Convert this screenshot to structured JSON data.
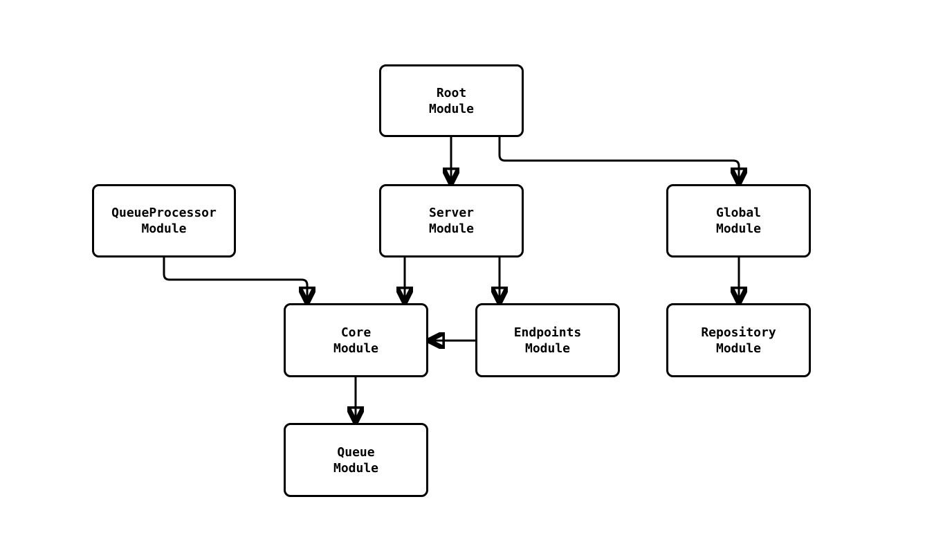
{
  "diagram": {
    "type": "flowchart",
    "direction": "top-down",
    "colors": {
      "background": "#ffffff",
      "node_fill": "#ffffff",
      "node_border": "#000000",
      "edge": "#000000",
      "text": "#000000"
    },
    "nodes": [
      {
        "id": "root",
        "line1": "Root",
        "line2": "Module"
      },
      {
        "id": "queueprocessor",
        "line1": "QueueProcessor",
        "line2": "Module"
      },
      {
        "id": "server",
        "line1": "Server",
        "line2": "Module"
      },
      {
        "id": "global",
        "line1": "Global",
        "line2": "Module"
      },
      {
        "id": "core",
        "line1": "Core",
        "line2": "Module"
      },
      {
        "id": "endpoints",
        "line1": "Endpoints",
        "line2": "Module"
      },
      {
        "id": "repository",
        "line1": "Repository",
        "line2": "Module"
      },
      {
        "id": "queue",
        "line1": "Queue",
        "line2": "Module"
      }
    ],
    "edges": [
      {
        "from": "root",
        "to": "server"
      },
      {
        "from": "root",
        "to": "global"
      },
      {
        "from": "queueprocessor",
        "to": "core"
      },
      {
        "from": "server",
        "to": "core"
      },
      {
        "from": "server",
        "to": "endpoints"
      },
      {
        "from": "endpoints",
        "to": "core"
      },
      {
        "from": "global",
        "to": "repository"
      },
      {
        "from": "core",
        "to": "queue"
      }
    ]
  }
}
